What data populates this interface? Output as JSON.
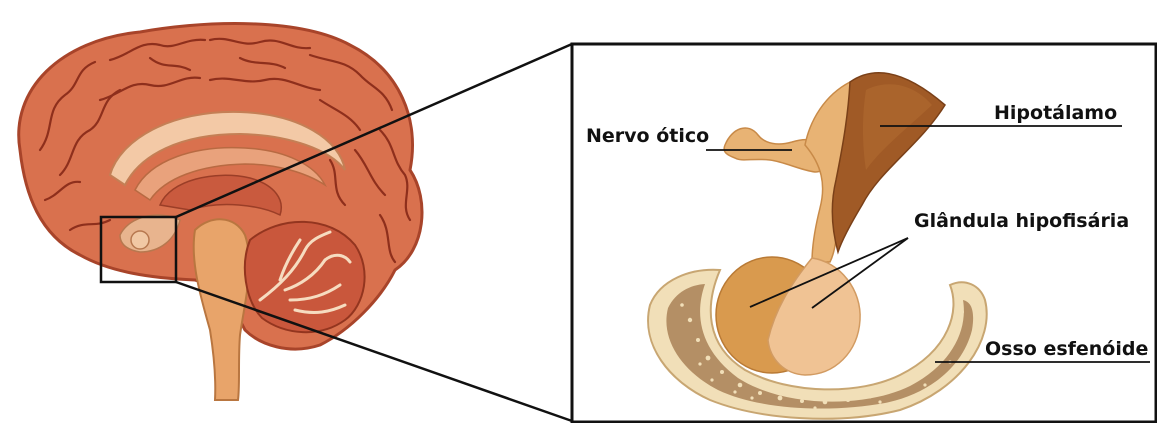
{
  "labels": {
    "optic_nerve": "Nervo ótico",
    "hypothalamus": "Hipotálamo",
    "pituitary_gland": "Glândula hipofisária",
    "sphenoid_bone": "Osso esfenóide"
  },
  "colors": {
    "cortex": "#d9714e",
    "cortex_dark": "#b14a2f",
    "gyri_lines": "#8e2f1c",
    "brainstem": "#e8a46a",
    "hypothalamus": "#a05a26",
    "pituitary_posterior": "#f0c394",
    "pituitary_anterior": "#d99a4e",
    "bone_outer": "#f1dfb8",
    "bone_spongy": "#9b7447",
    "callout_lines": "#111111"
  }
}
